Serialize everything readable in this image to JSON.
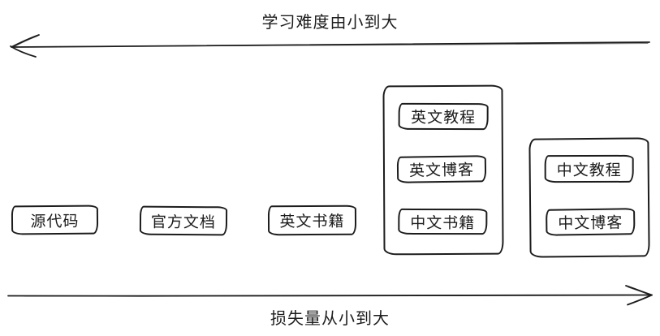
{
  "colors": {
    "stroke": "#1c1c1c",
    "background": "#ffffff"
  },
  "axes": {
    "difficulty": {
      "label": "学习难度由小到大",
      "direction": "left"
    },
    "loss": {
      "label": "损失量从小到大",
      "direction": "right"
    }
  },
  "standalone_boxes": [
    {
      "id": "source-code",
      "label": "源代码"
    },
    {
      "id": "official-docs",
      "label": "官方文档"
    },
    {
      "id": "english-books",
      "label": "英文书籍"
    }
  ],
  "groups": [
    {
      "id": "group-english-mixed",
      "items": [
        {
          "id": "english-tutorials",
          "label": "英文教程"
        },
        {
          "id": "english-blogs",
          "label": "英文博客"
        },
        {
          "id": "chinese-books",
          "label": "中文书籍"
        }
      ]
    },
    {
      "id": "group-chinese",
      "items": [
        {
          "id": "chinese-tutorials",
          "label": "中文教程"
        },
        {
          "id": "chinese-blogs",
          "label": "中文博客"
        }
      ]
    }
  ]
}
